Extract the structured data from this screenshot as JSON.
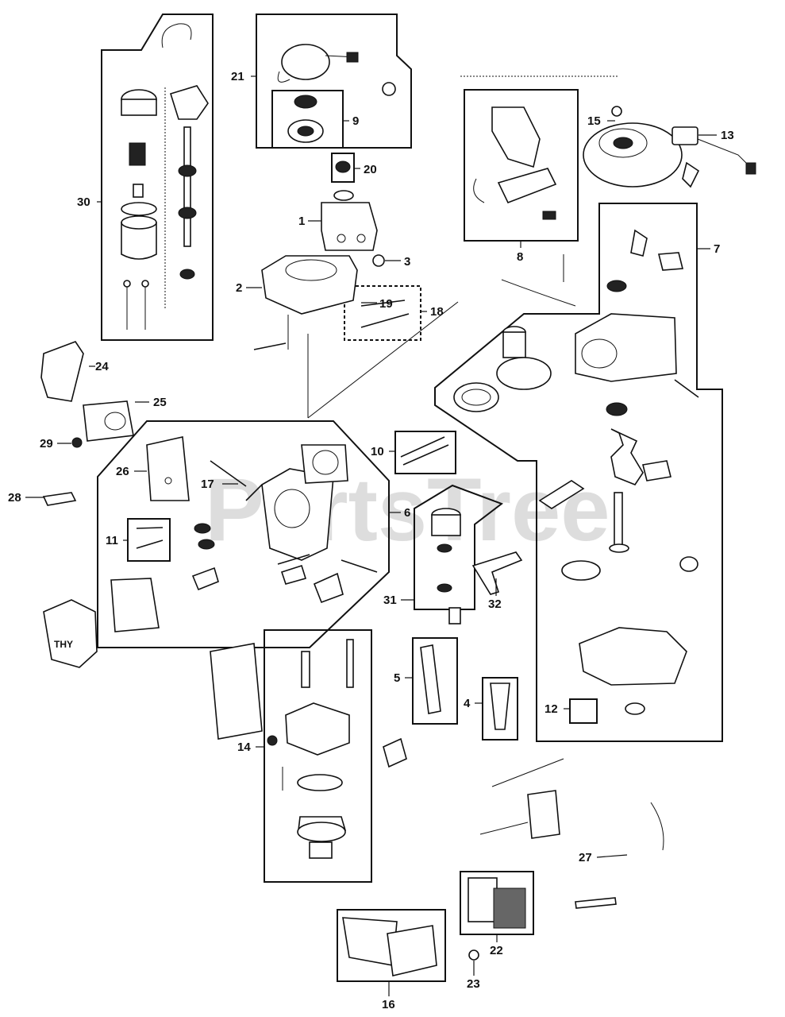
{
  "watermark": "PartsTree",
  "callouts": {
    "c1": "1",
    "c2": "2",
    "c3": "3",
    "c4": "4",
    "c5": "5",
    "c6": "6",
    "c7": "7",
    "c8": "8",
    "c9": "9",
    "c10": "10",
    "c11": "11",
    "c12": "12",
    "c13": "13",
    "c14": "14",
    "c15": "15",
    "c16": "16",
    "c17": "17",
    "c18": "18",
    "c19": "19",
    "c20": "20",
    "c21": "21",
    "c22": "22",
    "c23": "23",
    "c24": "24",
    "c25": "25",
    "c26": "26",
    "c27": "27",
    "c28": "28",
    "c29": "29",
    "c30": "30",
    "c31": "31",
    "c32": "32"
  },
  "valve_cover_stamp": "THY"
}
